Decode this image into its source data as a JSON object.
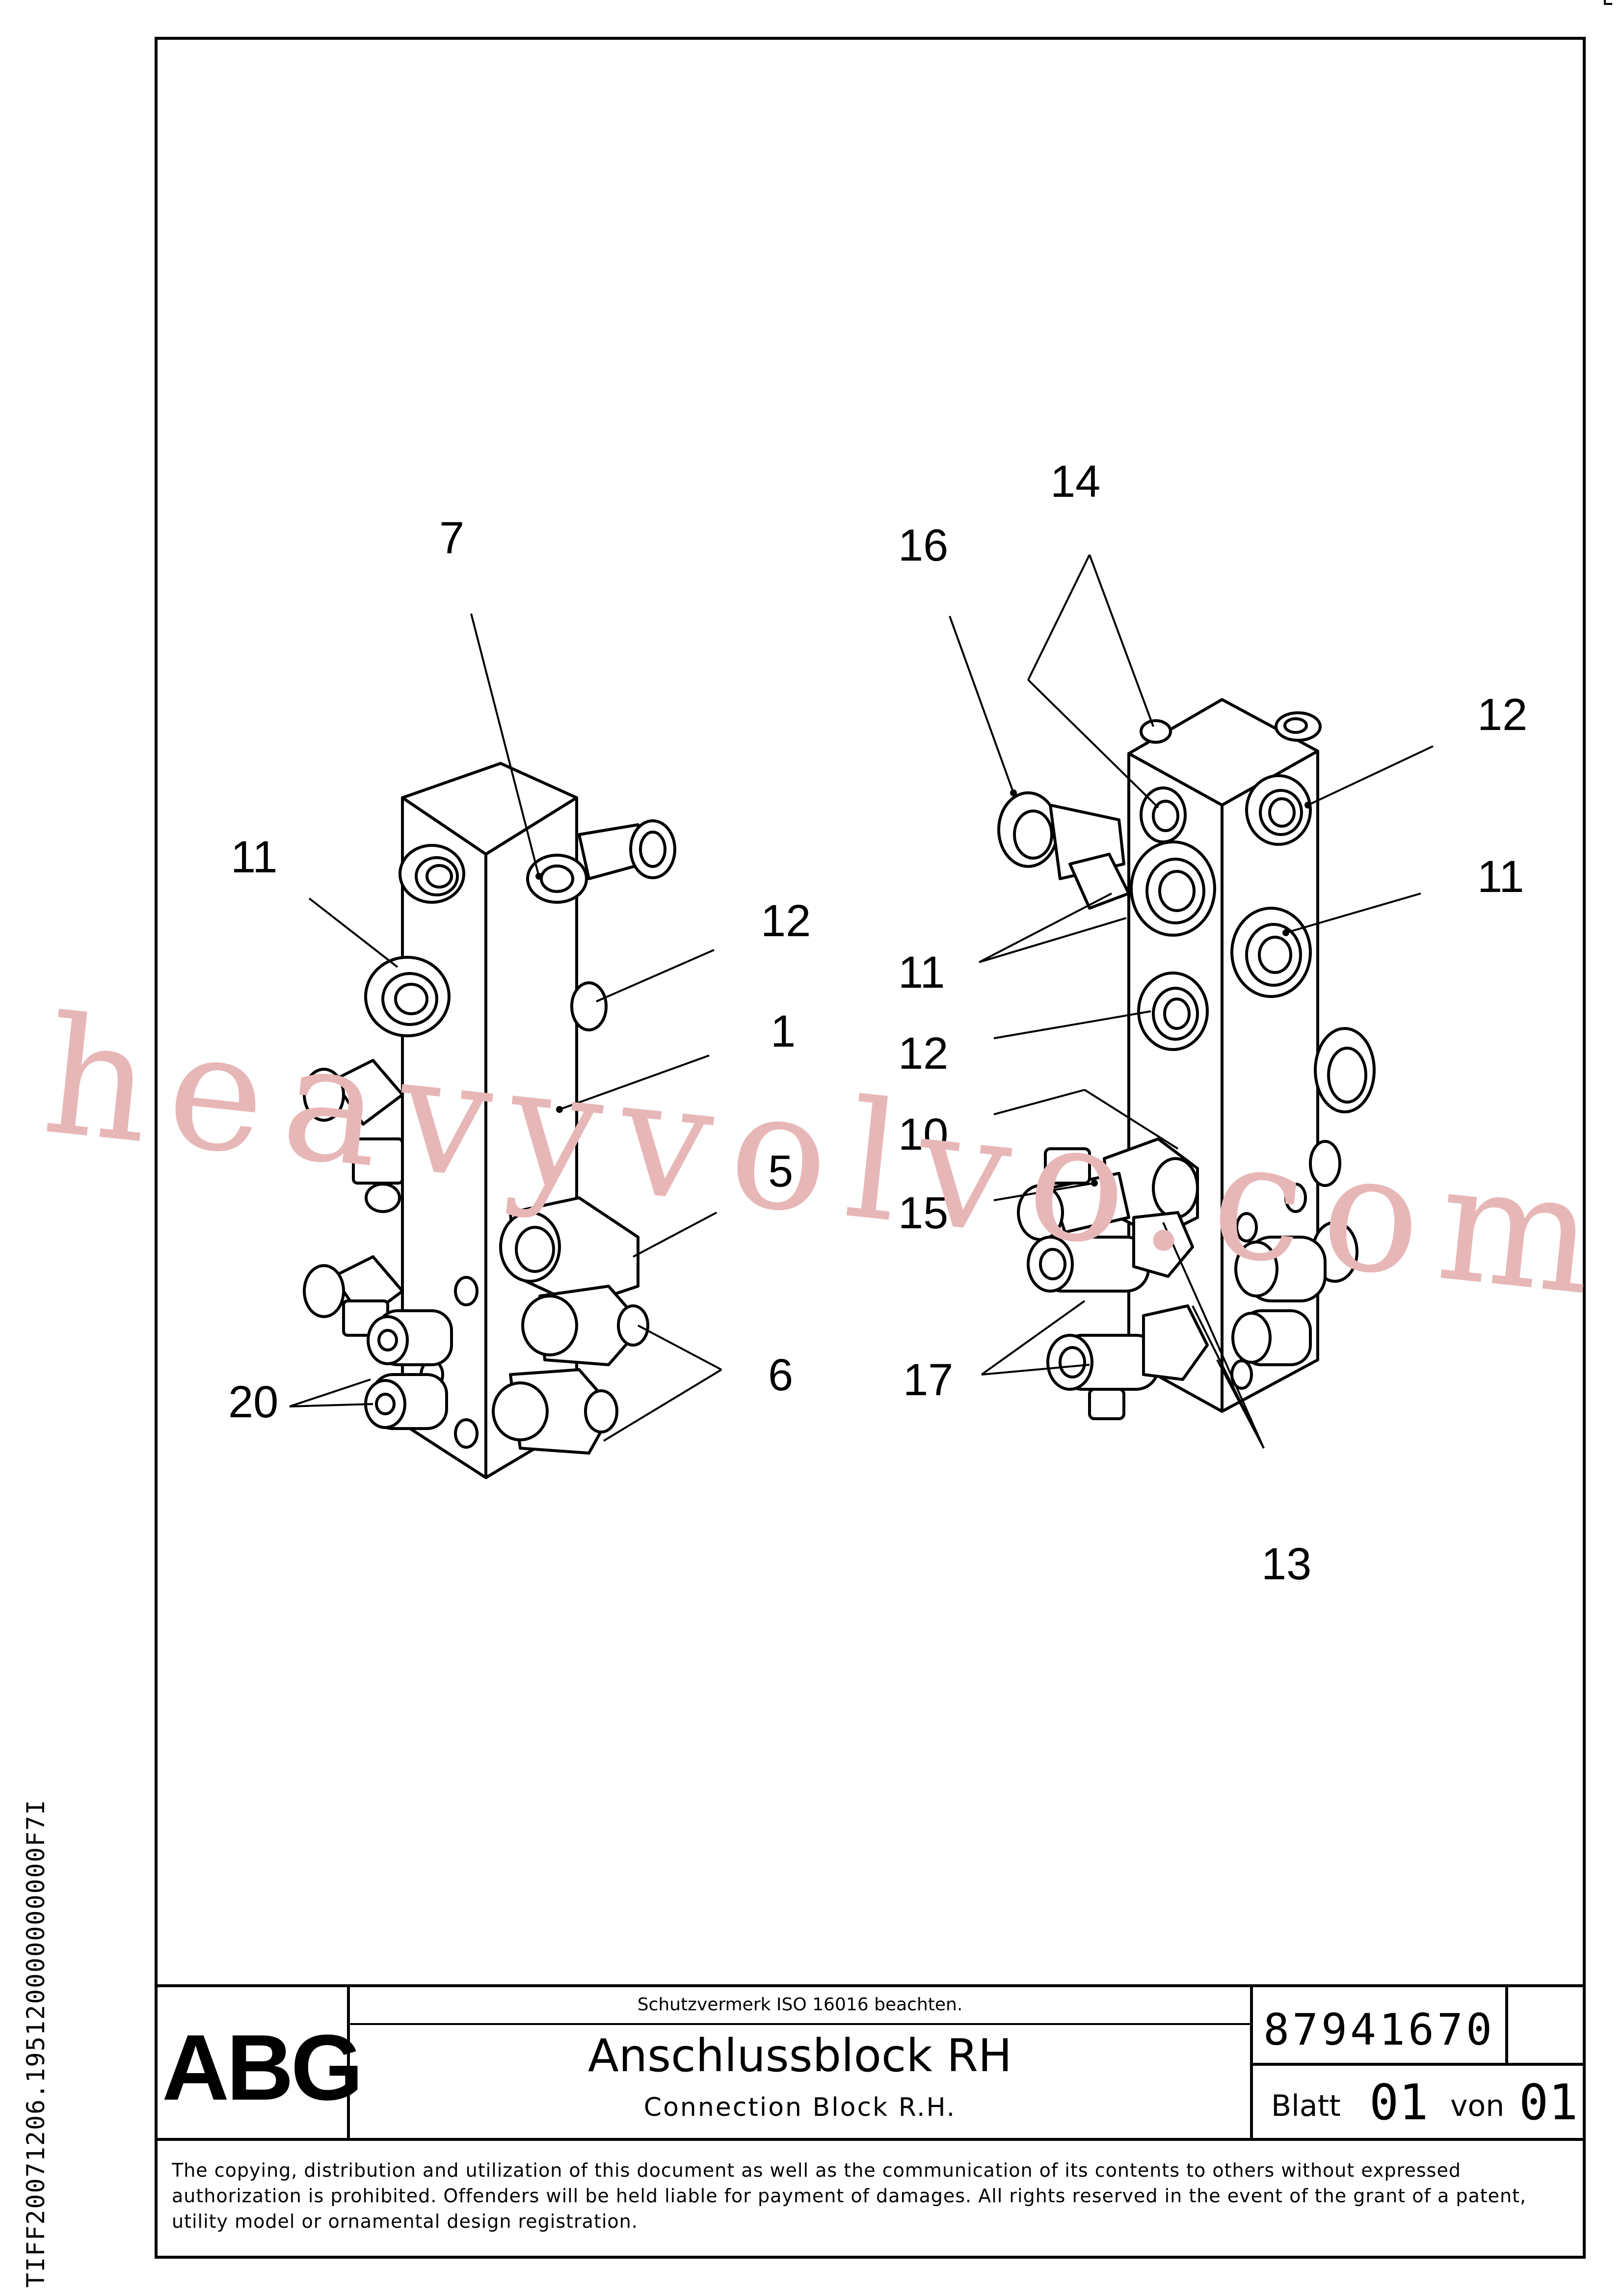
{
  "drawing": {
    "callouts": {
      "c7": "7",
      "c11_left": "11",
      "c12_left": "12",
      "c1": "1",
      "c5": "5",
      "c6": "6",
      "c20": "20",
      "c14": "14",
      "c16": "16",
      "c12_right_top": "12",
      "c11_right_top": "11",
      "c11_right_mid": "11",
      "c12_right_mid": "12",
      "c10": "10",
      "c15": "15",
      "c17": "17",
      "c13": "13"
    },
    "watermark": "heavyvolvo.com",
    "side_code": "TIFF20071206.195120000000000F7I"
  },
  "title_block": {
    "logo": "ABG",
    "protection_note": "Schutzvermerk ISO 16016 beachten.",
    "title": "Anschlussblock RH",
    "subtitle": "Connection Block R.H.",
    "drawing_number": "87941670",
    "sheet_label": "Blatt",
    "sheet_value": "01",
    "of_label": "von",
    "of_value": "01"
  },
  "copyright_notice": "The copying, distribution and utilization of this document as well as the communication of its contents to others without expressed authorization is prohibited. Offenders will be held liable for payment of damages. All rights reserved in the event of the grant of a patent, utility model or ornamental design registration.",
  "colors": {
    "ink": "#000000",
    "watermark": "#e7b7b7",
    "paper": "#ffffff"
  }
}
